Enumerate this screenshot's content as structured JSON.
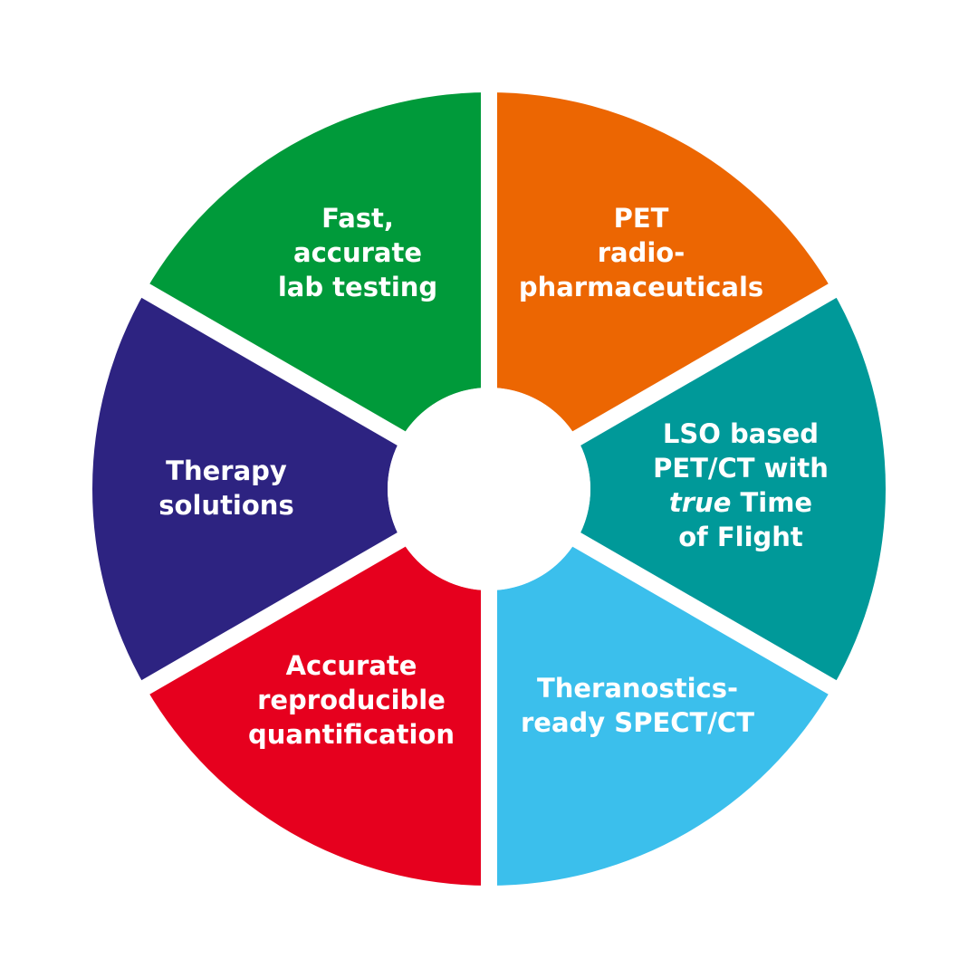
{
  "segments": [
    {
      "id": "pet-radiopharmaceuticals",
      "color": "#EC6602",
      "lines": [
        "PET",
        "radio-",
        "pharmaceuticals"
      ]
    },
    {
      "id": "lso-pet-ct",
      "color": "#009999",
      "lines": [
        "LSO based",
        "PET/CT with",
        "true",
        "Time",
        "of Flight"
      ]
    },
    {
      "id": "theranostics-spect-ct",
      "color": "#3BBFEC",
      "lines": [
        "Theranostics-",
        "ready SPECT/CT"
      ]
    },
    {
      "id": "quantification",
      "color": "#E6001E",
      "lines": [
        "Accurate",
        "reproducible",
        "quantification"
      ]
    },
    {
      "id": "therapy-solutions",
      "color": "#2D2381",
      "lines": [
        "Therapy",
        "solutions"
      ]
    },
    {
      "id": "lab-testing",
      "color": "#009A3A",
      "lines": [
        "Fast,",
        "accurate",
        "lab testing"
      ]
    }
  ]
}
